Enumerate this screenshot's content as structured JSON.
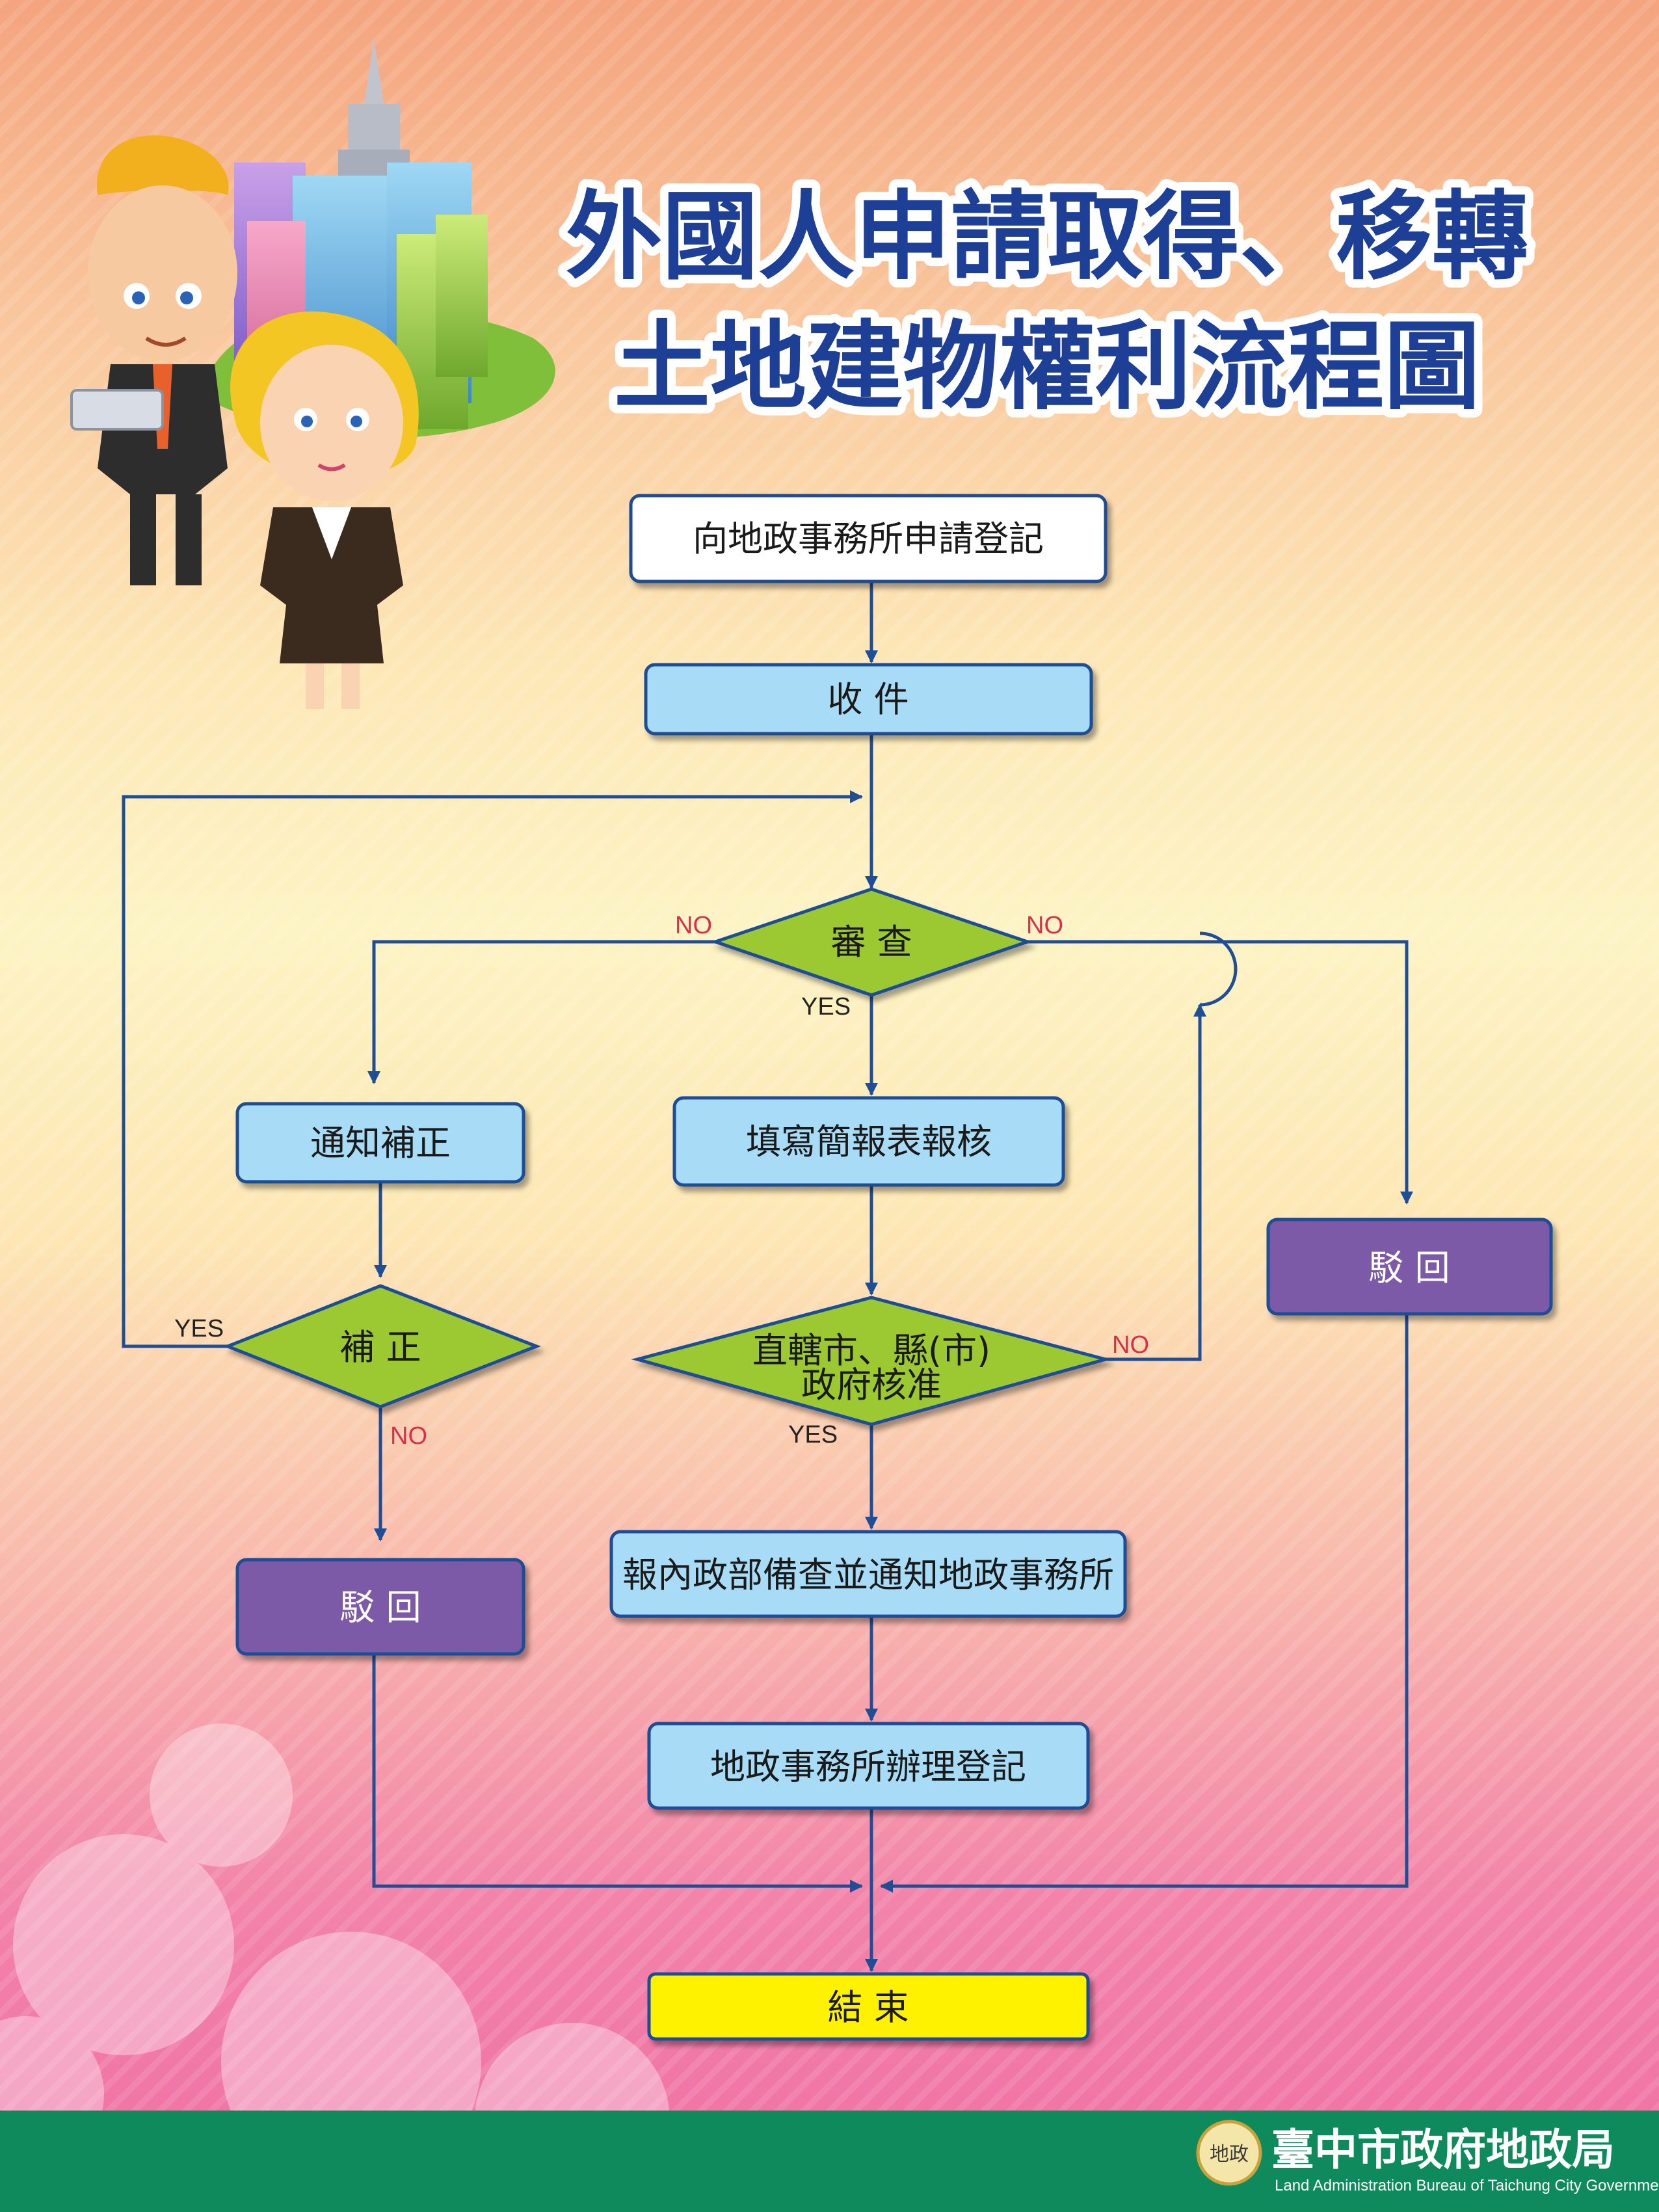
{
  "title": {
    "line1": "外國人申請取得、移轉",
    "line2": "土地建物權利流程圖"
  },
  "nodes": {
    "apply": "向地政事務所申請登記",
    "receive": "收 件",
    "review": "審 查",
    "notify_correct": "通知補正",
    "fill_report": "填寫簡報表報核",
    "reject_right": "駁 回",
    "correct": "補 正",
    "approve_line1": "直轄市、縣(市)",
    "approve_line2": "政府核准",
    "report_moi": "報內政部備查並通知地政事務所",
    "reject_left": "駁 回",
    "register": "地政事務所辦理登記",
    "end": "結 束"
  },
  "edge_labels": {
    "review_no_left": "NO",
    "review_no_right": "NO",
    "review_yes": "YES",
    "correct_yes": "YES",
    "correct_no": "NO",
    "approve_no": "NO",
    "approve_yes": "YES"
  },
  "footer": {
    "org_zh": "臺中市政府地政局",
    "org_en": "Land Administration Bureau of Taichung City Government",
    "logo_text": "地政"
  },
  "colors": {
    "process_fill": "#a8dcf6",
    "decision_fill": "#9cc830",
    "reject_fill": "#7b5aa8",
    "end_fill": "#fff200",
    "line": "#1f4e96",
    "footer_bg": "#0f8a5c",
    "title": "#1d3f95"
  }
}
